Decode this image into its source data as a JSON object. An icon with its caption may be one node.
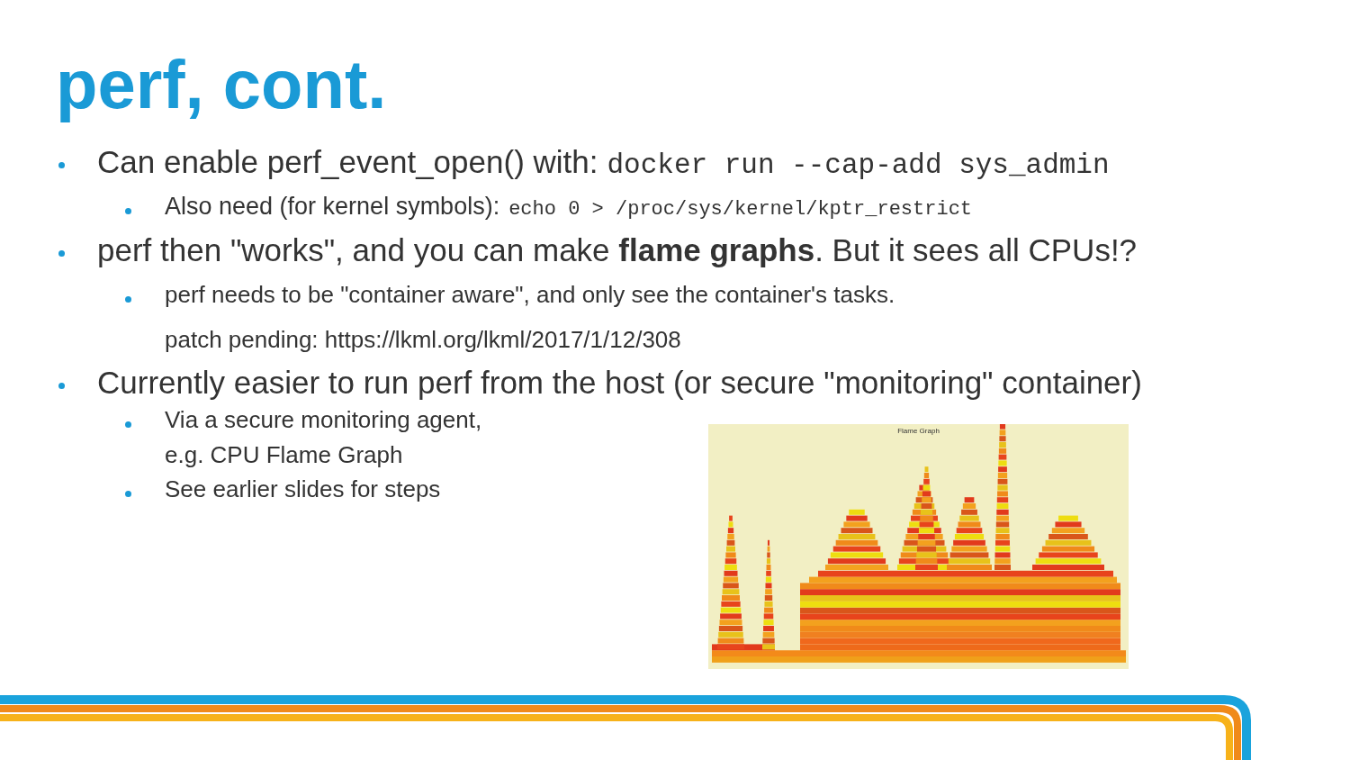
{
  "diagram": {
    "title": "perf, cont.",
    "labels": [
      "Can enable perf_event_open() with:",
      "docker run --cap-add sys_admin",
      "Also need (for kernel symbols):",
      "echo 0 > /proc/sys/kernel/kptr_restrict",
      "perf then \"works\", and you can make **flame graphs**. But it sees all CPUs!?",
      "perf needs to be \"container aware\", and only see the container's tasks.",
      "patch pending: https://lkml.org/lkml/2017/1/12/308",
      "Currently easier to run perf from the host (or secure \"monitoring\" container)",
      "Via a secure monitoring agent,",
      "e.g. CPU Flame Graph",
      "See earlier slides for steps",
      "Flame Graph"
    ]
  }
}
